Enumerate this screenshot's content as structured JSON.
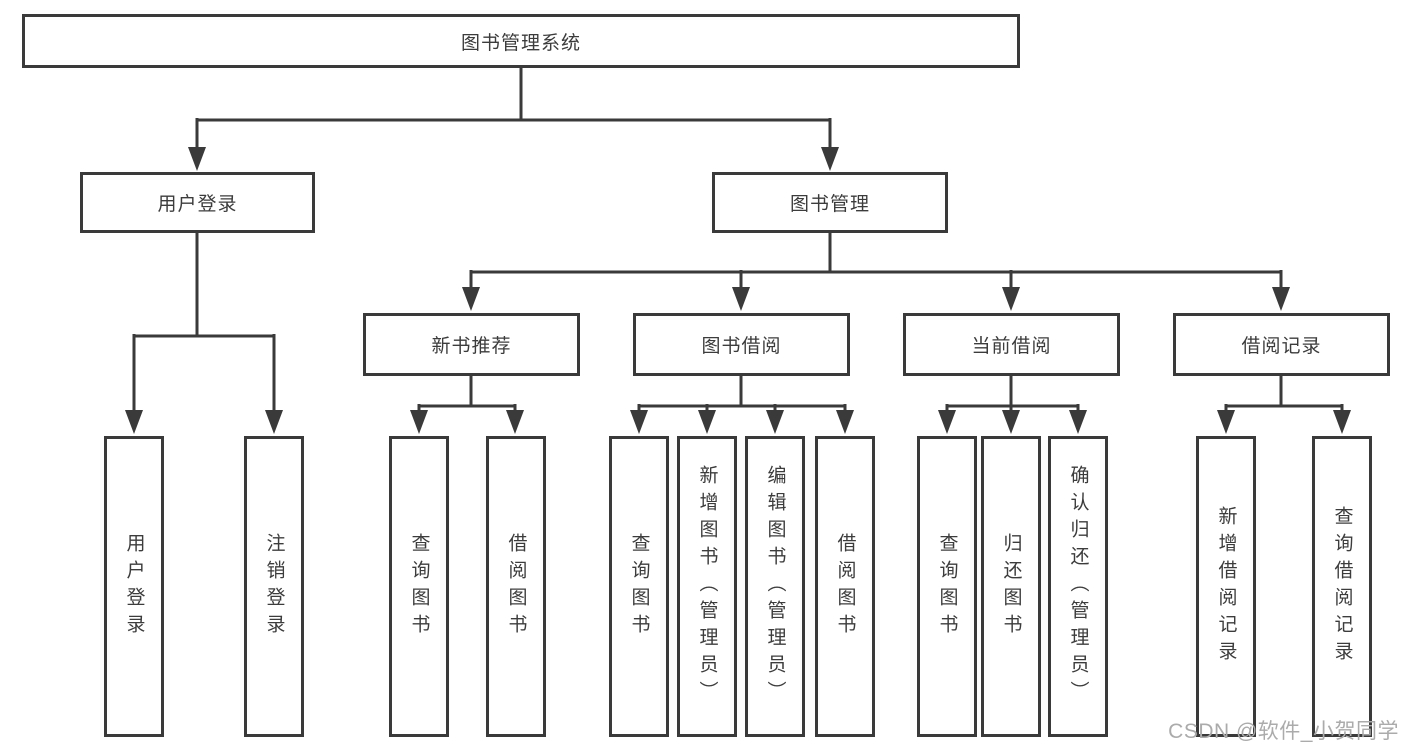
{
  "tree": {
    "root": {
      "label": "图书管理系统"
    },
    "branches": [
      {
        "label": "用户登录",
        "children": [
          {
            "label": "用户登录"
          },
          {
            "label": "注销登录"
          }
        ]
      },
      {
        "label": "图书管理",
        "children": [
          {
            "label": "新书推荐",
            "children": [
              {
                "label": "查询图书"
              },
              {
                "label": "借阅图书"
              }
            ]
          },
          {
            "label": "图书借阅",
            "children": [
              {
                "label": "查询图书"
              },
              {
                "label": "新增图书（管理员）"
              },
              {
                "label": "编辑图书（管理员）"
              },
              {
                "label": "借阅图书"
              }
            ]
          },
          {
            "label": "当前借阅",
            "children": [
              {
                "label": "查询图书"
              },
              {
                "label": "归还图书"
              },
              {
                "label": "确认归还（管理员）"
              }
            ]
          },
          {
            "label": "借阅记录",
            "children": [
              {
                "label": "新增借阅记录"
              },
              {
                "label": "查询借阅记录"
              }
            ]
          }
        ]
      }
    ]
  },
  "watermark": {
    "text": "CSDN @软件_小贺同学"
  },
  "colors": {
    "line": "#3a3a3a",
    "text": "#3c3c3c",
    "background": "#ffffff",
    "watermark": "#ababab"
  }
}
